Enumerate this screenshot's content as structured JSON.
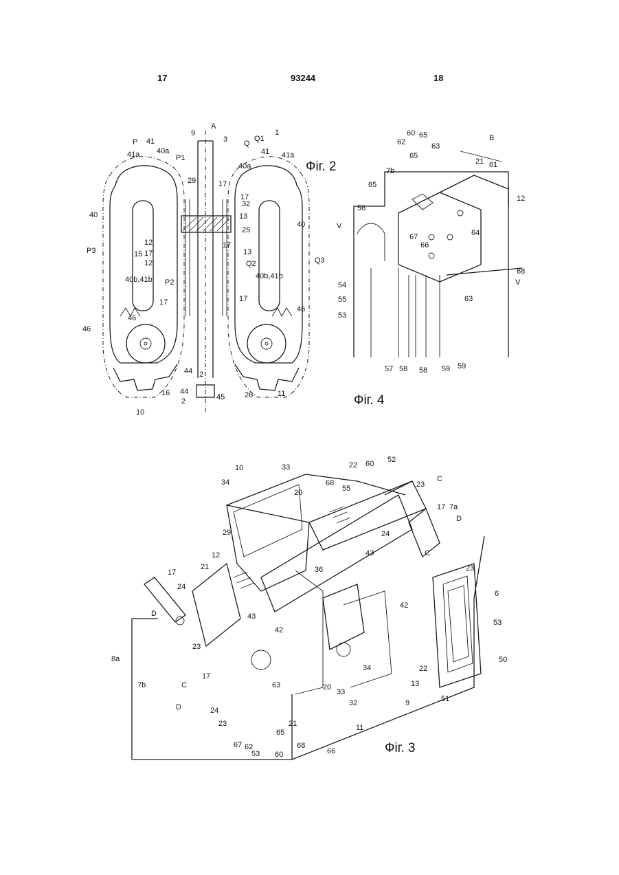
{
  "header": {
    "left_page": "17",
    "patent_number": "93244",
    "right_page": "18"
  },
  "figures": {
    "fig2": {
      "caption": "Фіг. 2",
      "labels": [
        "A",
        "9",
        "3",
        "1",
        "P",
        "41",
        "41a",
        "40a",
        "P1",
        "Q",
        "Q1",
        "41",
        "41a",
        "40a",
        "29",
        "17",
        "17",
        "32",
        "13",
        "25",
        "40",
        "40",
        "P3",
        "12",
        "17",
        "15",
        "12",
        "17",
        "13",
        "Q2",
        "Q3",
        "40b,41b",
        "40b,41b",
        "P2",
        "17",
        "17",
        "46",
        "46",
        "46",
        "44",
        "2",
        "44",
        "45",
        "2",
        "16",
        "26",
        "11",
        "10"
      ]
    },
    "fig4": {
      "caption": "Фіг. 4",
      "labels": [
        "60",
        "65",
        "B",
        "62",
        "63",
        "21",
        "61",
        "65",
        "7b",
        "12",
        "65",
        "56",
        "V",
        "67",
        "66",
        "64",
        "54",
        "68",
        "55",
        "63",
        "V",
        "53",
        "57",
        "58",
        "58",
        "59",
        "59"
      ]
    },
    "fig3": {
      "caption": "Фіг. 3",
      "labels": [
        "10",
        "33",
        "22",
        "60",
        "52",
        "34",
        "20",
        "68",
        "55",
        "23",
        "C",
        "17",
        "7a",
        "D",
        "29",
        "24",
        "43",
        "C",
        "12",
        "21",
        "23",
        "36",
        "17",
        "24",
        "6",
        "42",
        "53",
        "D",
        "23",
        "43",
        "42",
        "8a",
        "7b",
        "C",
        "17",
        "34",
        "22",
        "50",
        "20",
        "33",
        "13",
        "51",
        "D",
        "24",
        "63",
        "32",
        "9",
        "23",
        "11",
        "67",
        "65",
        "62",
        "53",
        "60",
        "21",
        "68",
        "66"
      ]
    }
  }
}
